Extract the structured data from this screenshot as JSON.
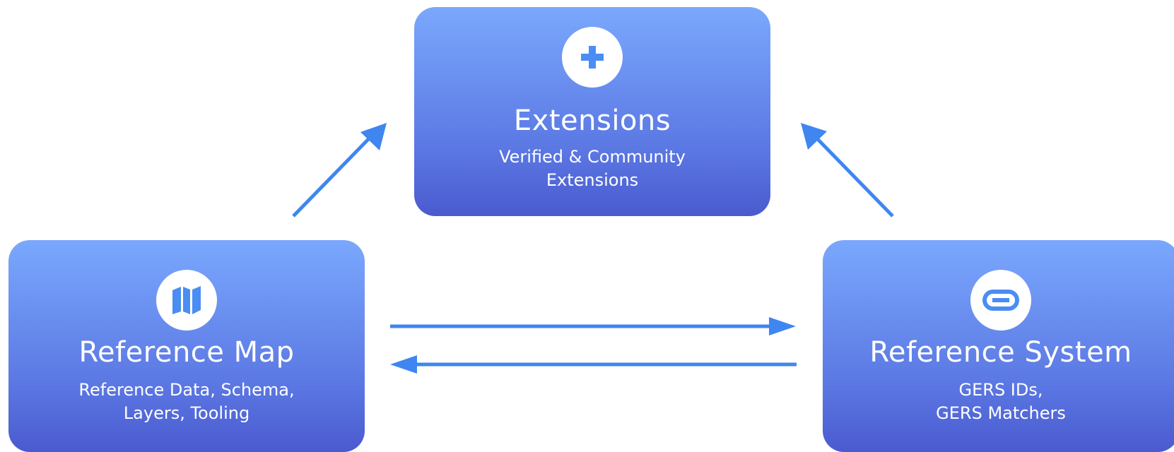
{
  "colors": {
    "box_gradient_top": "#7aa8fd",
    "box_gradient_bottom": "#4a5acf",
    "arrow": "#3f86f0",
    "icon_fill": "#4a8df3",
    "text": "#ffffff"
  },
  "nodes": {
    "extensions": {
      "icon": "plus-icon",
      "title": "Extensions",
      "subtitle_lines": [
        "Verified & Community",
        "Extensions"
      ]
    },
    "reference_map": {
      "icon": "map-icon",
      "title": "Reference Map",
      "subtitle_lines": [
        "Reference Data, Schema,",
        "Layers, Tooling"
      ]
    },
    "reference_system": {
      "icon": "link-icon",
      "title": "Reference System",
      "subtitle_lines": [
        "GERS IDs,",
        "GERS Matchers"
      ]
    }
  },
  "edges": [
    {
      "from": "reference_map",
      "to": "extensions"
    },
    {
      "from": "reference_system",
      "to": "extensions"
    },
    {
      "from": "reference_map",
      "to": "reference_system"
    },
    {
      "from": "reference_system",
      "to": "reference_map"
    }
  ]
}
